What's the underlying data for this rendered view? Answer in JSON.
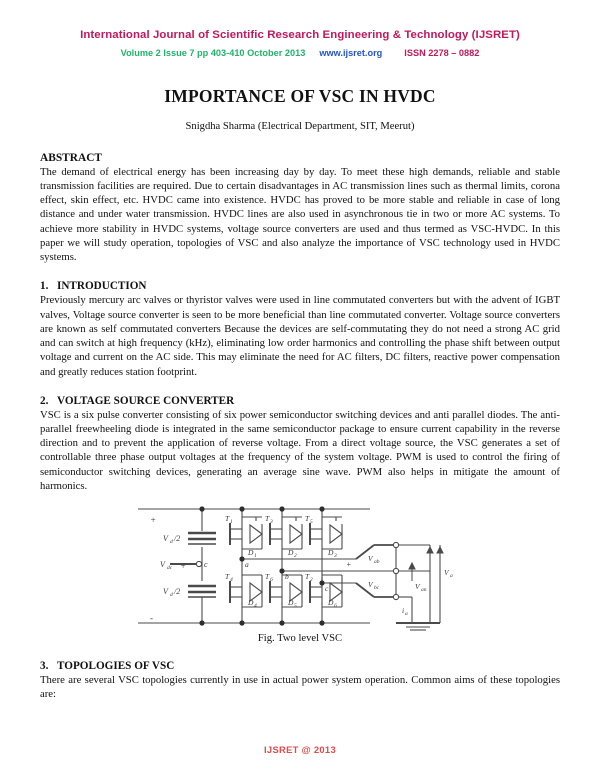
{
  "header": {
    "journal_title": "International Journal of Scientific Research Engineering & Technology (IJSRET)",
    "volume_issue_pages_date": "Volume 2 Issue 7   pp 403-410   October 2013",
    "website": "www.ijsret.org",
    "issn": "ISSN 2278 – 0882",
    "colors": {
      "journal_title": "#c2185b",
      "volume": "#21b26b",
      "website": "#2255cc",
      "issn": "#c2185b"
    }
  },
  "title": "IMPORTANCE OF VSC IN HVDC",
  "author": "Snigdha Sharma (Electrical Department, SIT, Meerut)",
  "abstract": {
    "heading": "ABSTRACT",
    "text": "The demand of electrical energy has been increasing day by day. To meet these high demands, reliable and stable transmission facilities are required. Due to certain disadvantages in AC transmission lines such as thermal limits, corona effect, skin effect, etc. HVDC came into existence. HVDC has proved to be more stable and reliable in case of long distance and under water transmission. HVDC lines are also used in asynchronous tie in two or more AC systems. To achieve more stability in HVDC systems, voltage source converters are used and thus termed as VSC-HVDC. In this paper we will study operation, topologies of VSC and also analyze the importance of VSC technology used in HVDC systems."
  },
  "sections": [
    {
      "number": "1.",
      "heading": "INTRODUCTION",
      "text": "Previously mercury arc valves or thyristor valves were used in line commutated converters but with the advent of IGBT valves, Voltage source converter is seen to be more beneficial than line commutated converter. Voltage source converters are known as self commutated converters Because the devices are self-commutating they do not need a strong AC  grid and can switch at high frequency (kHz), eliminating low order harmonics and controlling the phase shift between output voltage and current on the AC  side. This may eliminate the need for AC filters, DC  filters, reactive power compensation and greatly reduces station footprint."
    },
    {
      "number": "2.",
      "heading": "VOLTAGE SOURCE CONVERTER",
      "text": "VSC is a six pulse converter consisting of six power semiconductor switching devices and anti parallel diodes. The anti-parallel freewheeling diode is integrated in the same semiconductor package to ensure current capability in the reverse direction and to prevent the application of reverse voltage. From a direct voltage source, the VSC generates a set of controllable three phase output voltages at the frequency of the system voltage. PWM is used to control the firing of semiconductor switching devices, generating an average sine wave. PWM also helps in mitigate the amount of harmonics."
    },
    {
      "number": "3.",
      "heading": "TOPOLOGIES OF VSC",
      "text": "There are several VSC topologies currently in use in actual power system operation. Common aims of these topologies are:"
    }
  ],
  "figure": {
    "caption": "Fig. Two level VSC",
    "labels": {
      "plus_top": "+",
      "minus_bottom": "-",
      "cap_top": "Vd/2",
      "cap_bottom": "Vd/2",
      "source": "Vdc",
      "source_plus": "+",
      "midpoint": "c",
      "switches_top": [
        "T1",
        "T3",
        "T5"
      ],
      "switches_bottom": [
        "T4",
        "T6",
        "T2"
      ],
      "diodes_top": [
        "D1",
        "D2",
        "D3"
      ],
      "diodes_bottom": [
        "D4",
        "D5",
        "D6"
      ],
      "phase_a": "a",
      "phase_b": "b",
      "phase_c": "c",
      "out_v_ab": "Vab",
      "out_v_bc": "Vbc",
      "out_v_a": "Va",
      "out_i_a": "ia",
      "out_v_an": "Van",
      "out_plus": "+"
    }
  },
  "footer": "IJSRET @ 2013"
}
